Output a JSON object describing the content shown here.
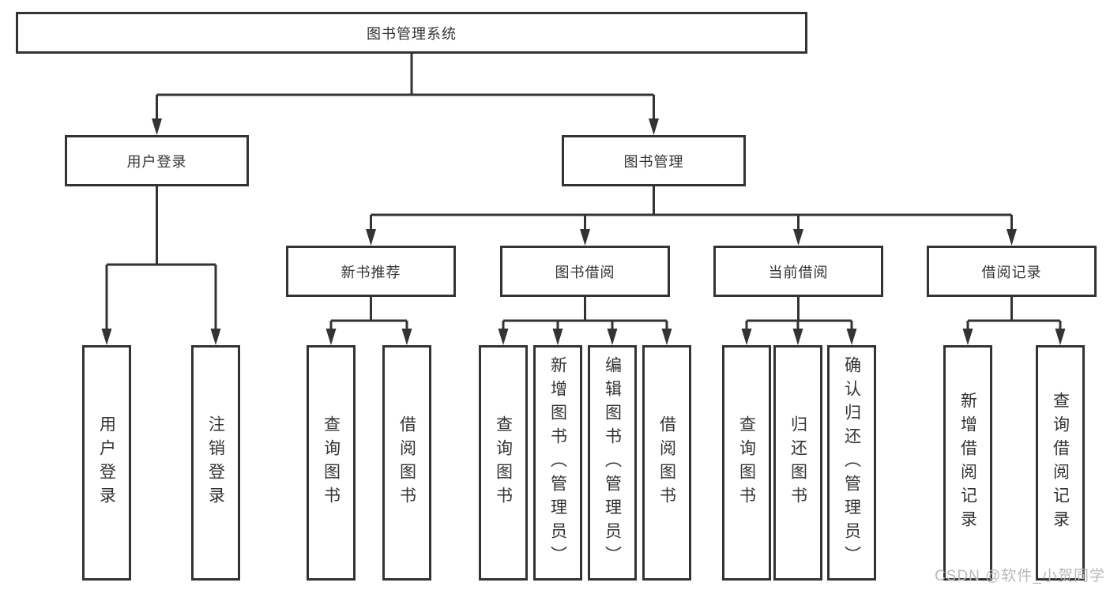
{
  "diagram": {
    "root": {
      "label": "图书管理系统"
    },
    "branches": [
      {
        "label": "用户登录",
        "children_indices": [
          0,
          1
        ]
      },
      {
        "label": "图书管理",
        "children_indices": [
          0,
          1,
          2,
          3
        ]
      }
    ],
    "modules": [
      {
        "label": "新书推荐",
        "children_indices": [
          2,
          3
        ]
      },
      {
        "label": "图书借阅",
        "children_indices": [
          4,
          5,
          6,
          7
        ]
      },
      {
        "label": "当前借阅",
        "children_indices": [
          8,
          9,
          10
        ]
      },
      {
        "label": "借阅记录",
        "children_indices": [
          11,
          12
        ]
      }
    ],
    "functions": [
      {
        "label": "用户登录"
      },
      {
        "label": "注销登录"
      },
      {
        "label": "查询图书"
      },
      {
        "label": "借阅图书"
      },
      {
        "label": "查询图书"
      },
      {
        "label": "新增图书（管理员）"
      },
      {
        "label": "编辑图书（管理员）"
      },
      {
        "label": "借阅图书"
      },
      {
        "label": "查询图书"
      },
      {
        "label": "归还图书"
      },
      {
        "label": "确认归还（管理员）"
      },
      {
        "label": "新增借阅记录"
      },
      {
        "label": "查询借阅记录"
      }
    ]
  },
  "watermark": {
    "text": "CSDN @软件_小贺同学"
  },
  "colors": {
    "line": "#333333",
    "text": "#333333",
    "watermark": "#b9b9b9",
    "background": "#ffffff"
  }
}
